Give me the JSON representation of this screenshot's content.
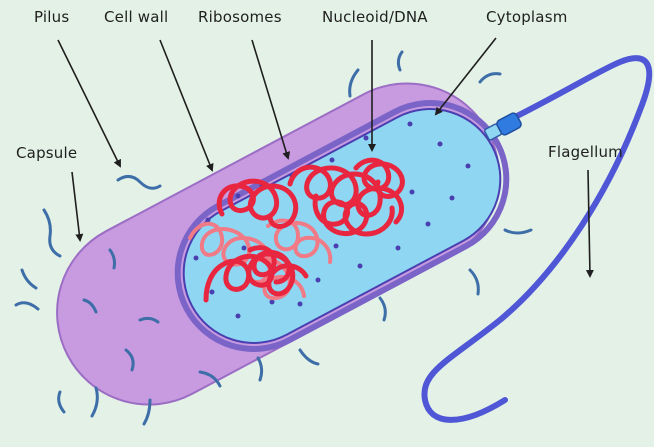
{
  "labels": {
    "pilus": "Pilus",
    "cell_wall": "Cell wall",
    "ribosomes": "Ribosomes",
    "nucleoid": "Nucleoid/DNA",
    "cytoplasm": "Cytoplasm",
    "capsule": "Capsule",
    "flagellum": "Flagellum"
  },
  "colors": {
    "background": "#e3f1e7",
    "capsule": "#c89ae0",
    "cell_wall": "#7b64c8",
    "cytoplasm": "#8fd6f2",
    "dna": "#e8263f",
    "dna_light": "#f07b86",
    "ribosome": "#4a3fb0",
    "pili": "#3e6ea8",
    "flagellum": "#4f57d6"
  }
}
